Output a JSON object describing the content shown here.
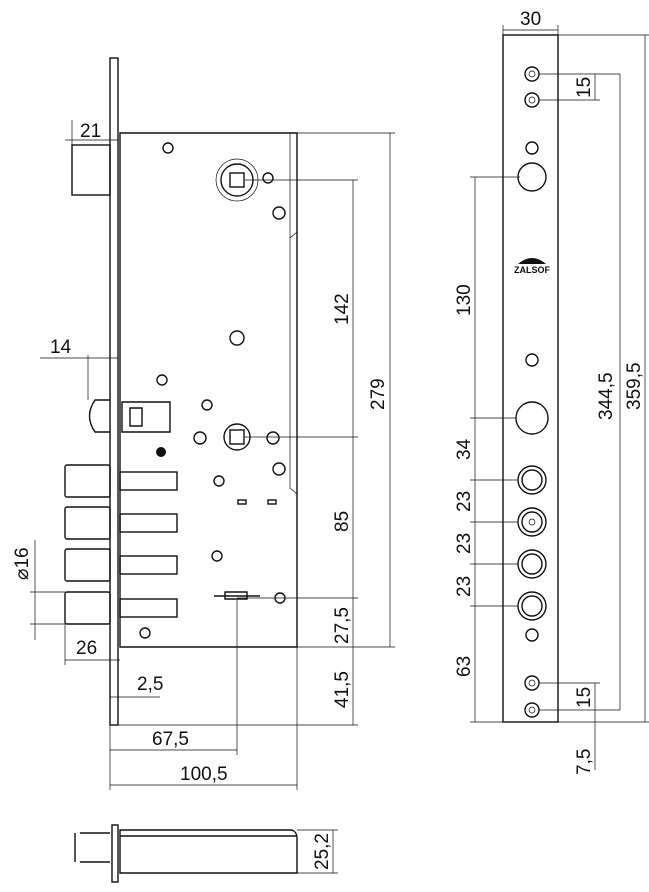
{
  "logo_text": "ZALSOF",
  "dimensions": {
    "bolt_width": "21",
    "latch_width": "14",
    "bolt_diameter": "⌀16",
    "bolt_length": "26",
    "faceplate_thickness": "2,5",
    "backset": "67,5",
    "case_width": "100,5",
    "case_depth": "25,2",
    "spindle_distance": "142",
    "case_height": "279",
    "cylinder_distance": "85",
    "keyhole_distance": "27,5",
    "bottom_offset": "41,5",
    "faceplate_width": "30",
    "top_hole_spacing": "15",
    "faceplate_holes_span": "344,5",
    "faceplate_length": "359,5",
    "hole_distance_130": "130",
    "hole_distance_34": "34",
    "bolt_spacing_1": "23",
    "bolt_spacing_2": "23",
    "bolt_spacing_3": "23",
    "bottom_distance": "63",
    "bottom_hole_spacing": "15",
    "bottom_margin": "7,5"
  }
}
